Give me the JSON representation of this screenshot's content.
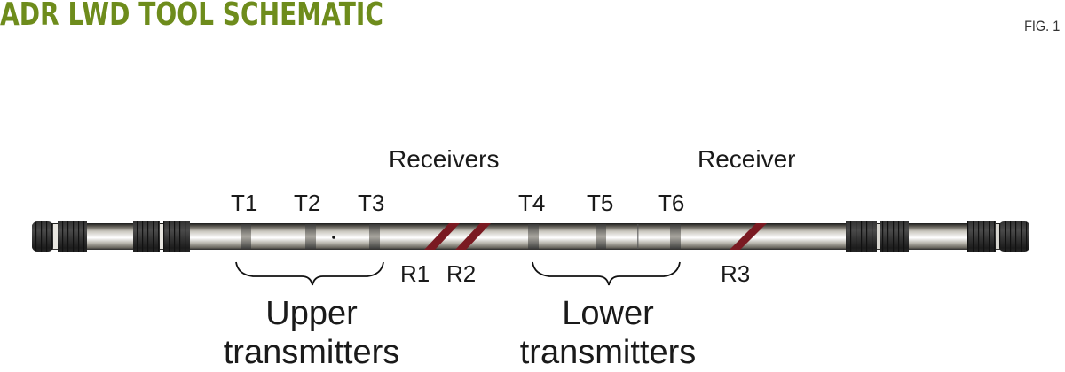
{
  "header": {
    "title": "ADR LWD TOOL SCHEMATIC",
    "figure_label": "FIG. 1"
  },
  "colors": {
    "title": "#6e8c1c",
    "receiver_stripe": "#7a1a22",
    "threads": "#2e2e2e",
    "body_light": "#f2f2ee",
    "body_dark": "#6b6860"
  },
  "labels": {
    "receivers_group": "Receivers",
    "receiver_single": "Receiver",
    "transmitters": [
      "T1",
      "T2",
      "T3",
      "T4",
      "T5",
      "T6"
    ],
    "receivers": [
      "R1",
      "R2",
      "R3"
    ],
    "upper_group": {
      "line1": "Upper",
      "line2": "transmitters"
    },
    "lower_group": {
      "line1": "Lower",
      "line2": "transmitters"
    }
  }
}
